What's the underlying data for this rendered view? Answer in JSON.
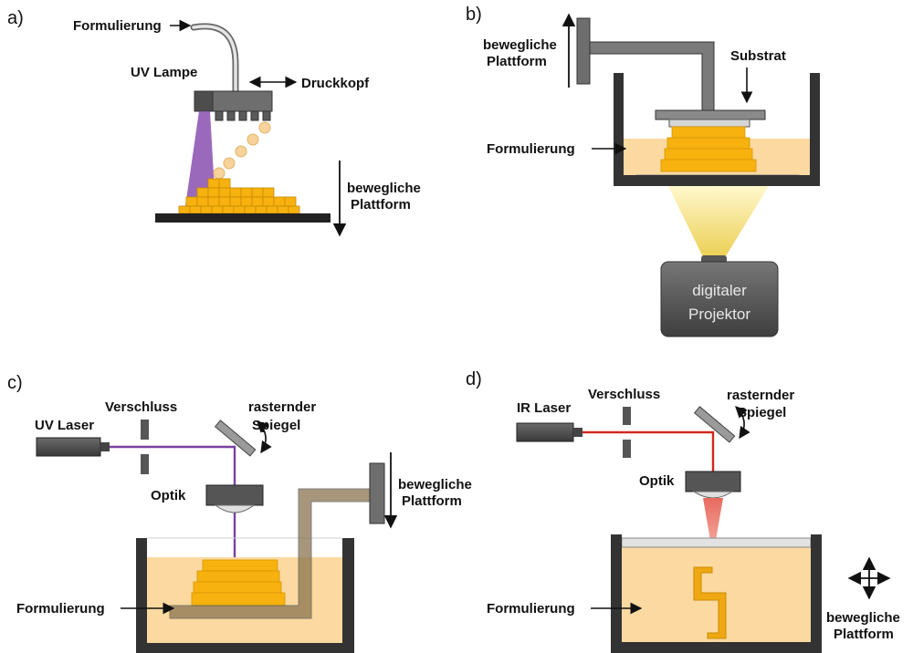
{
  "colors": {
    "resin": "#fbd9a0",
    "part": "#f7b20f",
    "vat": "#2f2f2f",
    "device": "#555555",
    "uv_beam": "#7b3fa0",
    "ir_beam": "#d2281e",
    "projector_light": "#f6e27a"
  },
  "panel_a": {
    "tag": "a)",
    "formulation": "Formulierung",
    "uv_lamp": "UV Lampe",
    "printhead": "Druckkopf",
    "platform_line1": "bewegliche",
    "platform_line2": "Plattform"
  },
  "panel_b": {
    "tag": "b)",
    "platform_line1": "bewegliche",
    "platform_line2": "Plattform",
    "substrate": "Substrat",
    "formulation": "Formulierung",
    "projector_line1": "digitaler",
    "projector_line2": "Projektor"
  },
  "panel_c": {
    "tag": "c)",
    "laser": "UV Laser",
    "shutter": "Verschluss",
    "mirror_line1": "rasternder",
    "mirror_line2": "Spiegel",
    "optics": "Optik",
    "platform_line1": "bewegliche",
    "platform_line2": "Plattform",
    "formulation": "Formulierung"
  },
  "panel_d": {
    "tag": "d)",
    "laser": "IR Laser",
    "shutter": "Verschluss",
    "mirror_line1": "rasternder",
    "mirror_line2": "Spiegel",
    "optics": "Optik",
    "formulation": "Formulierung",
    "platform_line1": "bewegliche",
    "platform_line2": "Plattform"
  }
}
